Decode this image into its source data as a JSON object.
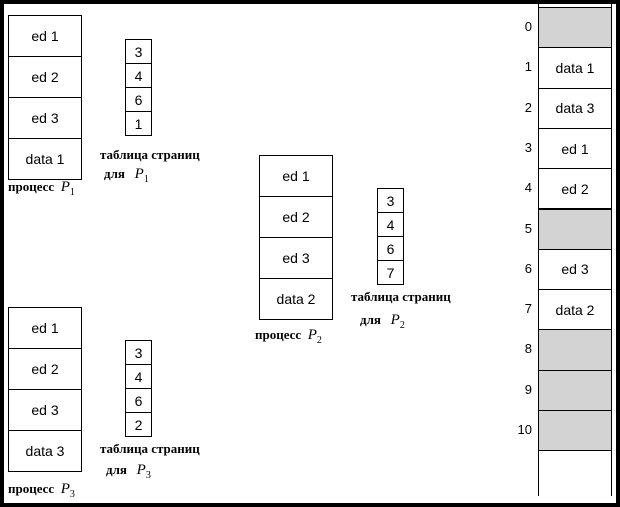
{
  "colors": {
    "free_frame": "#d3d3d3",
    "used_frame": "#ffffff",
    "border": "#000000"
  },
  "caption_prefix": "процесс",
  "process_letter": "P",
  "page_table_caption": "таблица страниц",
  "page_table_for": "для",
  "processes": [
    {
      "subscript": "1",
      "segments": [
        "ed 1",
        "ed 2",
        "ed 3",
        "data 1"
      ],
      "page_table": [
        "3",
        "4",
        "6",
        "1"
      ]
    },
    {
      "subscript": "2",
      "segments": [
        "ed 1",
        "ed 2",
        "ed 3",
        "data 2"
      ],
      "page_table": [
        "3",
        "4",
        "6",
        "7"
      ]
    },
    {
      "subscript": "3",
      "segments": [
        "ed 1",
        "ed 2",
        "ed 3",
        "data 3"
      ],
      "page_table": [
        "3",
        "4",
        "6",
        "2"
      ]
    }
  ],
  "memory": [
    {
      "frame": "0",
      "content": "",
      "free": true
    },
    {
      "frame": "1",
      "content": "data 1",
      "free": false
    },
    {
      "frame": "2",
      "content": "data 3",
      "free": false
    },
    {
      "frame": "3",
      "content": "ed 1",
      "free": false
    },
    {
      "frame": "4",
      "content": "ed 2",
      "free": false
    },
    {
      "frame": "5",
      "content": "",
      "free": true
    },
    {
      "frame": "6",
      "content": "ed 3",
      "free": false
    },
    {
      "frame": "7",
      "content": "data 2",
      "free": false
    },
    {
      "frame": "8",
      "content": "",
      "free": true
    },
    {
      "frame": "9",
      "content": "",
      "free": true
    },
    {
      "frame": "10",
      "content": "",
      "free": true
    }
  ]
}
